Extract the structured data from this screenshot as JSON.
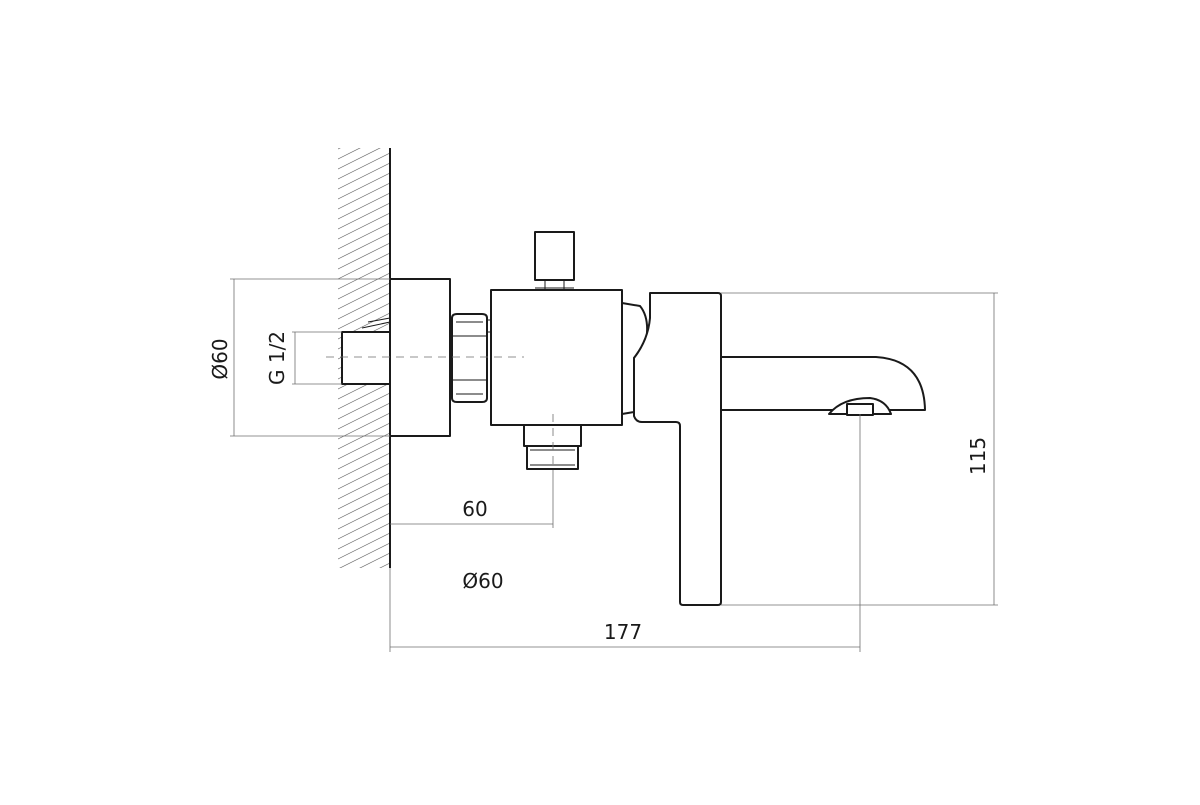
{
  "dimensions": {
    "flange_diameter": "Ø60",
    "inlet_thread": "G 1/2",
    "body_offset": "60",
    "body_diameter": "Ø60",
    "total_projection": "177",
    "total_height": "115"
  },
  "colors": {
    "line": "#1a1a1a",
    "dimension_line": "#6f6f6f",
    "background": "#ffffff"
  }
}
